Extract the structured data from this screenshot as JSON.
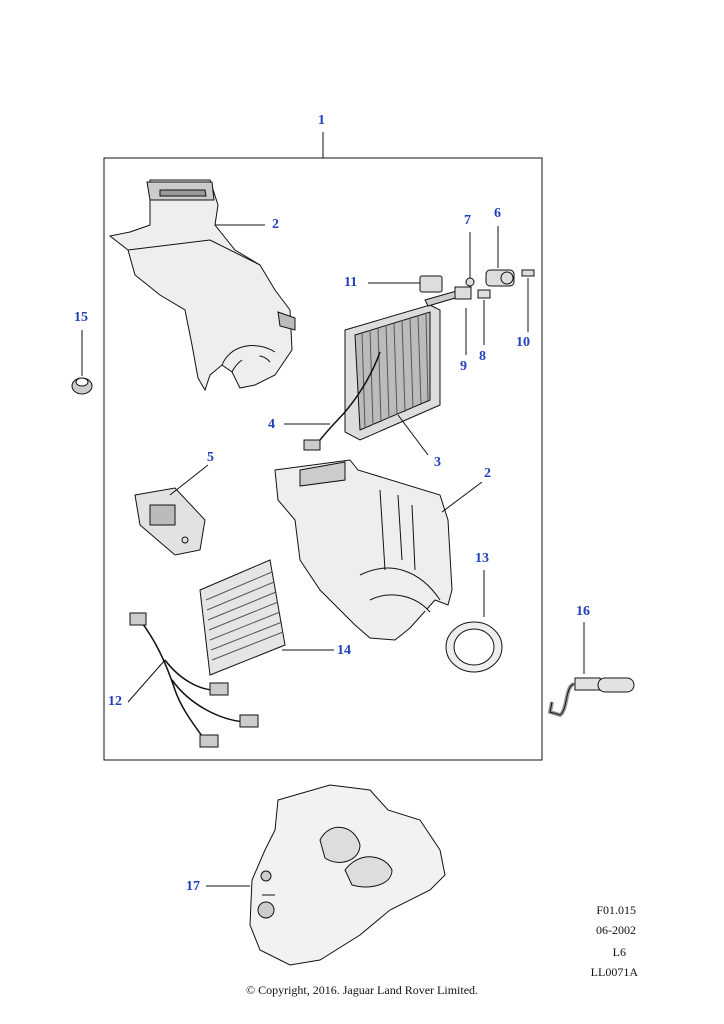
{
  "callouts": {
    "c1": "1",
    "c2a": "2",
    "c2b": "2",
    "c3": "3",
    "c4": "4",
    "c5": "5",
    "c6": "6",
    "c7": "7",
    "c8": "8",
    "c9": "9",
    "c10": "10",
    "c11": "11",
    "c12": "12",
    "c13": "13",
    "c14": "14",
    "c15": "15",
    "c16": "16",
    "c17": "17"
  },
  "meta": {
    "figure_code": "F01.015",
    "date": "06-2002",
    "variant": "L6",
    "drawing_ref": "LL0071A"
  },
  "copyright": "© Copyright, 2016. Jaguar Land Rover Limited.",
  "colors": {
    "callout": "#1f3fbf",
    "line": "#111111",
    "shade": "#d9d9d9"
  }
}
